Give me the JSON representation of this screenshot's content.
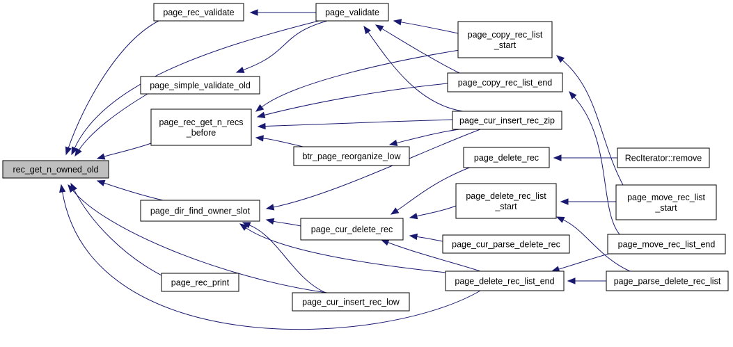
{
  "graph": {
    "colors": {
      "edge": "#191970",
      "root_fill": "#bfbfbf",
      "node_fill": "#ffffff",
      "border": "#000000"
    },
    "nodes": [
      {
        "id": "rec_get_n_owned_old",
        "lines": [
          "rec_get_n_owned_old"
        ],
        "root": true
      },
      {
        "id": "page_rec_validate",
        "lines": [
          "page_rec_validate"
        ]
      },
      {
        "id": "page_simple_validate_old",
        "lines": [
          "page_simple_validate_old"
        ]
      },
      {
        "id": "page_rec_get_n_recs_before",
        "lines": [
          "page_rec_get_n_recs",
          "_before"
        ]
      },
      {
        "id": "page_dir_find_owner_slot",
        "lines": [
          "page_dir_find_owner_slot"
        ]
      },
      {
        "id": "page_rec_print",
        "lines": [
          "page_rec_print"
        ]
      },
      {
        "id": "page_validate",
        "lines": [
          "page_validate"
        ]
      },
      {
        "id": "btr_page_reorganize_low",
        "lines": [
          "btr_page_reorganize_low"
        ]
      },
      {
        "id": "page_cur_delete_rec",
        "lines": [
          "page_cur_delete_rec"
        ]
      },
      {
        "id": "page_cur_insert_rec_low",
        "lines": [
          "page_cur_insert_rec_low"
        ]
      },
      {
        "id": "page_copy_rec_list_start",
        "lines": [
          "page_copy_rec_list",
          "_start"
        ]
      },
      {
        "id": "page_copy_rec_list_end",
        "lines": [
          "page_copy_rec_list_end"
        ]
      },
      {
        "id": "page_cur_insert_rec_zip",
        "lines": [
          "page_cur_insert_rec_zip"
        ]
      },
      {
        "id": "page_delete_rec",
        "lines": [
          "page_delete_rec"
        ]
      },
      {
        "id": "page_delete_rec_list_start",
        "lines": [
          "page_delete_rec_list",
          "_start"
        ]
      },
      {
        "id": "page_cur_parse_delete_rec",
        "lines": [
          "page_cur_parse_delete_rec"
        ]
      },
      {
        "id": "page_delete_rec_list_end",
        "lines": [
          "page_delete_rec_list_end"
        ]
      },
      {
        "id": "RecIterator_remove",
        "lines": [
          "RecIterator::remove"
        ]
      },
      {
        "id": "page_move_rec_list_start",
        "lines": [
          "page_move_rec_list",
          "_start"
        ]
      },
      {
        "id": "page_move_rec_list_end",
        "lines": [
          "page_move_rec_list_end"
        ]
      },
      {
        "id": "page_parse_delete_rec_list",
        "lines": [
          "page_parse_delete_rec_list"
        ]
      }
    ],
    "edges": [
      {
        "from": "page_rec_validate",
        "to": "rec_get_n_owned_old"
      },
      {
        "from": "page_validate",
        "to": "rec_get_n_owned_old"
      },
      {
        "from": "page_simple_validate_old",
        "to": "rec_get_n_owned_old"
      },
      {
        "from": "page_rec_get_n_recs_before",
        "to": "rec_get_n_owned_old"
      },
      {
        "from": "page_dir_find_owner_slot",
        "to": "rec_get_n_owned_old"
      },
      {
        "from": "page_rec_print",
        "to": "rec_get_n_owned_old"
      },
      {
        "from": "page_cur_insert_rec_low",
        "to": "rec_get_n_owned_old"
      },
      {
        "from": "page_delete_rec_list_end",
        "to": "rec_get_n_owned_old"
      },
      {
        "from": "page_validate",
        "to": "page_rec_validate"
      },
      {
        "from": "page_validate",
        "to": "page_simple_validate_old"
      },
      {
        "from": "page_copy_rec_list_start",
        "to": "page_validate"
      },
      {
        "from": "page_copy_rec_list_end",
        "to": "page_validate"
      },
      {
        "from": "page_cur_insert_rec_zip",
        "to": "page_validate"
      },
      {
        "from": "page_copy_rec_list_start",
        "to": "page_rec_get_n_recs_before"
      },
      {
        "from": "page_copy_rec_list_end",
        "to": "page_rec_get_n_recs_before"
      },
      {
        "from": "page_cur_insert_rec_zip",
        "to": "page_rec_get_n_recs_before"
      },
      {
        "from": "btr_page_reorganize_low",
        "to": "page_rec_get_n_recs_before"
      },
      {
        "from": "page_cur_insert_rec_zip",
        "to": "btr_page_reorganize_low"
      },
      {
        "from": "page_cur_insert_rec_zip",
        "to": "page_dir_find_owner_slot"
      },
      {
        "from": "page_cur_delete_rec",
        "to": "page_dir_find_owner_slot"
      },
      {
        "from": "page_cur_insert_rec_low",
        "to": "page_dir_find_owner_slot"
      },
      {
        "from": "page_delete_rec_list_end",
        "to": "page_dir_find_owner_slot"
      },
      {
        "from": "page_delete_rec",
        "to": "page_cur_delete_rec"
      },
      {
        "from": "page_delete_rec_list_start",
        "to": "page_cur_delete_rec"
      },
      {
        "from": "page_cur_parse_delete_rec",
        "to": "page_cur_delete_rec"
      },
      {
        "from": "page_delete_rec_list_end",
        "to": "page_cur_delete_rec"
      },
      {
        "from": "page_move_rec_list_start",
        "to": "page_copy_rec_list_start"
      },
      {
        "from": "page_move_rec_list_end",
        "to": "page_copy_rec_list_end"
      },
      {
        "from": "RecIterator_remove",
        "to": "page_delete_rec"
      },
      {
        "from": "page_move_rec_list_start",
        "to": "page_delete_rec_list_start"
      },
      {
        "from": "page_parse_delete_rec_list",
        "to": "page_delete_rec_list_start"
      },
      {
        "from": "page_move_rec_list_end",
        "to": "page_delete_rec_list_end"
      },
      {
        "from": "page_parse_delete_rec_list",
        "to": "page_delete_rec_list_end"
      }
    ]
  }
}
